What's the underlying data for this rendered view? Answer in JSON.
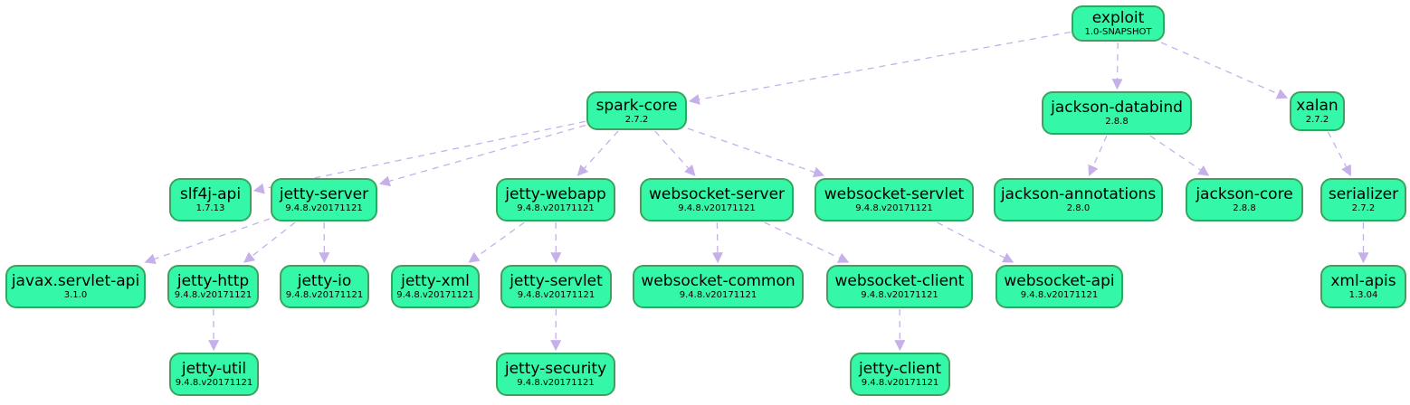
{
  "graph": {
    "nodes": [
      {
        "id": "exploit",
        "name": "exploit",
        "version": "1.0-SNAPSHOT"
      },
      {
        "id": "spark-core",
        "name": "spark-core",
        "version": "2.7.2"
      },
      {
        "id": "jackson-databind",
        "name": "jackson-databind",
        "version": "2.8.8"
      },
      {
        "id": "xalan",
        "name": "xalan",
        "version": "2.7.2"
      },
      {
        "id": "slf4j-api",
        "name": "slf4j-api",
        "version": "1.7.13"
      },
      {
        "id": "jetty-server",
        "name": "jetty-server",
        "version": "9.4.8.v20171121"
      },
      {
        "id": "jetty-webapp",
        "name": "jetty-webapp",
        "version": "9.4.8.v20171121"
      },
      {
        "id": "websocket-server",
        "name": "websocket-server",
        "version": "9.4.8.v20171121"
      },
      {
        "id": "websocket-servlet",
        "name": "websocket-servlet",
        "version": "9.4.8.v20171121"
      },
      {
        "id": "jackson-annotations",
        "name": "jackson-annotations",
        "version": "2.8.0"
      },
      {
        "id": "jackson-core",
        "name": "jackson-core",
        "version": "2.8.8"
      },
      {
        "id": "serializer",
        "name": "serializer",
        "version": "2.7.2"
      },
      {
        "id": "javax-servlet-api",
        "name": "javax.servlet-api",
        "version": "3.1.0"
      },
      {
        "id": "jetty-http",
        "name": "jetty-http",
        "version": "9.4.8.v20171121"
      },
      {
        "id": "jetty-io",
        "name": "jetty-io",
        "version": "9.4.8.v20171121"
      },
      {
        "id": "jetty-xml",
        "name": "jetty-xml",
        "version": "9.4.8.v20171121"
      },
      {
        "id": "jetty-servlet",
        "name": "jetty-servlet",
        "version": "9.4.8.v20171121"
      },
      {
        "id": "websocket-common",
        "name": "websocket-common",
        "version": "9.4.8.v20171121"
      },
      {
        "id": "websocket-client",
        "name": "websocket-client",
        "version": "9.4.8.v20171121"
      },
      {
        "id": "websocket-api",
        "name": "websocket-api",
        "version": "9.4.8.v20171121"
      },
      {
        "id": "xml-apis",
        "name": "xml-apis",
        "version": "1.3.04"
      },
      {
        "id": "jetty-util",
        "name": "jetty-util",
        "version": "9.4.8.v20171121"
      },
      {
        "id": "jetty-security",
        "name": "jetty-security",
        "version": "9.4.8.v20171121"
      },
      {
        "id": "jetty-client",
        "name": "jetty-client",
        "version": "9.4.8.v20171121"
      }
    ],
    "edges": [
      {
        "from": "exploit",
        "to": "spark-core"
      },
      {
        "from": "exploit",
        "to": "jackson-databind"
      },
      {
        "from": "exploit",
        "to": "xalan"
      },
      {
        "from": "spark-core",
        "to": "slf4j-api"
      },
      {
        "from": "spark-core",
        "to": "jetty-server"
      },
      {
        "from": "spark-core",
        "to": "jetty-webapp"
      },
      {
        "from": "spark-core",
        "to": "websocket-server"
      },
      {
        "from": "spark-core",
        "to": "websocket-servlet"
      },
      {
        "from": "jackson-databind",
        "to": "jackson-annotations"
      },
      {
        "from": "jackson-databind",
        "to": "jackson-core"
      },
      {
        "from": "xalan",
        "to": "serializer"
      },
      {
        "from": "jetty-server",
        "to": "javax-servlet-api"
      },
      {
        "from": "jetty-server",
        "to": "jetty-http"
      },
      {
        "from": "jetty-server",
        "to": "jetty-io"
      },
      {
        "from": "jetty-webapp",
        "to": "jetty-xml"
      },
      {
        "from": "jetty-webapp",
        "to": "jetty-servlet"
      },
      {
        "from": "websocket-server",
        "to": "websocket-common"
      },
      {
        "from": "websocket-server",
        "to": "websocket-client"
      },
      {
        "from": "websocket-servlet",
        "to": "websocket-api"
      },
      {
        "from": "serializer",
        "to": "xml-apis"
      },
      {
        "from": "jetty-http",
        "to": "jetty-util"
      },
      {
        "from": "jetty-servlet",
        "to": "jetty-security"
      },
      {
        "from": "websocket-client",
        "to": "jetty-client"
      }
    ],
    "colors": {
      "node_fill": "#35f7a8",
      "node_border": "#37a55f",
      "edge": "#c6b0ea"
    }
  }
}
